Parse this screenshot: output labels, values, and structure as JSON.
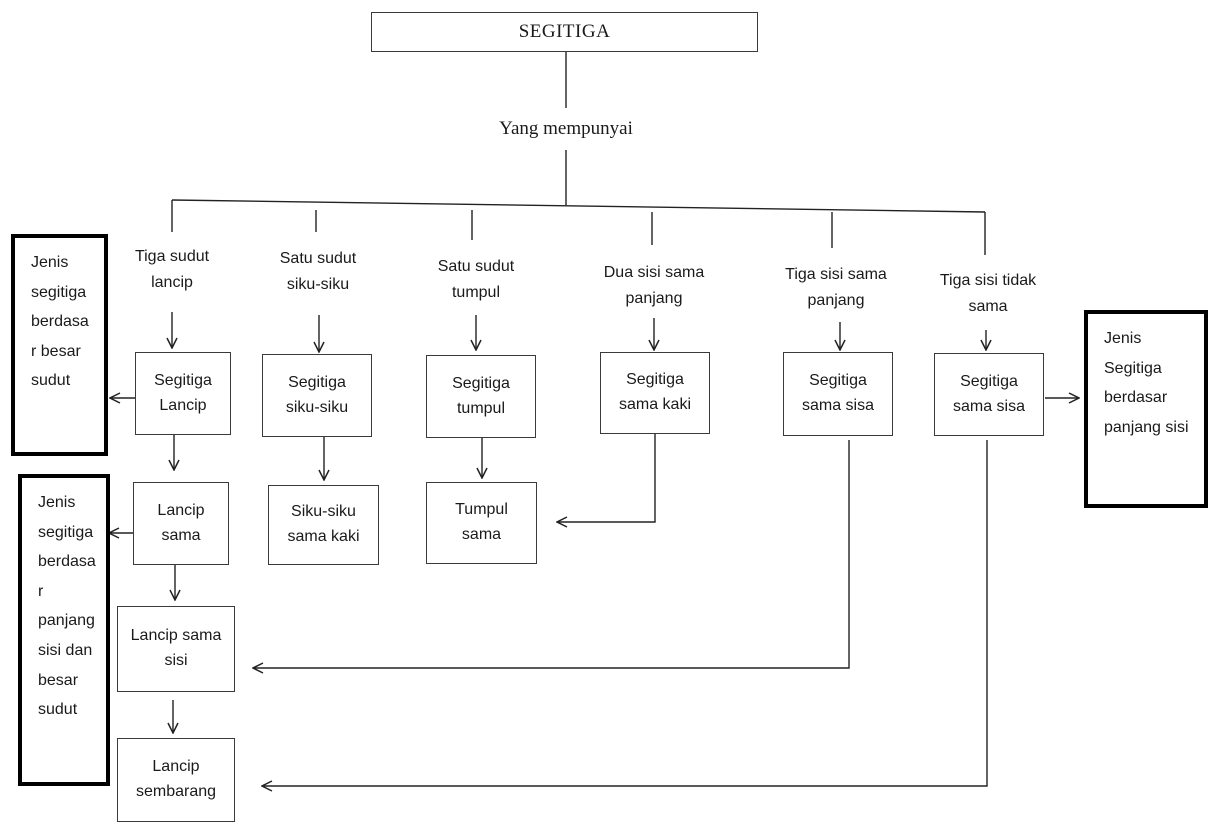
{
  "root": {
    "title": "SEGITIGA",
    "connector_label": "Yang mempunyai"
  },
  "criteria": [
    "Tiga sudut\nlancip",
    "Satu sudut\nsiku-siku",
    "Satu sudut\ntumpul",
    "Dua sisi sama\npanjang",
    "Tiga sisi sama\npanjang",
    "Tiga sisi tidak\nsama"
  ],
  "types": [
    "Segitiga\nLancip",
    "Segitiga\nsiku-siku",
    "Segitiga\ntumpul",
    "Segitiga\nsama kaki",
    "Segitiga\nsama sisa",
    "Segitiga\nsama sisa"
  ],
  "subtypes": {
    "lancip_sama": "Lancip\nsama",
    "siku_sama_kaki": "Siku-siku\nsama kaki",
    "tumpul_sama": "Tumpul\nsama",
    "lancip_sama_sisi": "Lancip sama\nsisi",
    "lancip_sembarang": "Lancip\nsembarang"
  },
  "categories": {
    "by_angle": "Jenis\nsegitiga\nberdasa\nr besar\nsudut",
    "by_side": "Jenis\nSegitiga\nberdasar\npanjang sisi",
    "by_side_and_angle": "Jenis\nsegitiga\nberdasa\nr\npanjang\nsisi dan\nbesar\nsudut"
  }
}
